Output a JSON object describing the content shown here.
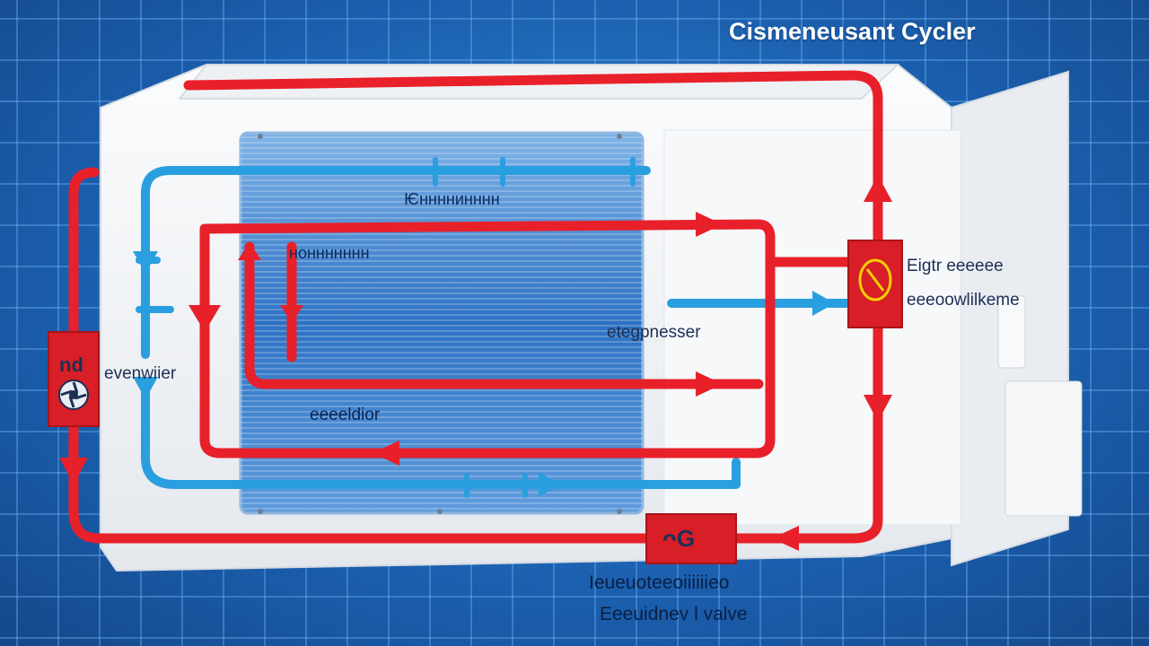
{
  "title": "Cismeneusant Cycler",
  "labels": {
    "coil_top": "Ѥннннинннн",
    "coil_mid": "ноннннннн",
    "evaporator_left": "evenwiier",
    "condenser": "eeeeldior",
    "compressor_center": "etegpnesser",
    "right_upper": "Eigtr eeeeee",
    "right_lower": "eeeoowlilkeme",
    "expansion_upper": "Ieueuoteeoiiiiiieo",
    "expansion_lower": "Eeeuidnev l valve",
    "expansion_box": "ᴖG",
    "left_box": "nd"
  },
  "colors": {
    "hot_line": "#e8202a",
    "cold_line": "#2a9fe0",
    "unit_body": "#f2f4f6",
    "coil": "#2e72c4",
    "background": "#1f6fc0"
  },
  "icons": {
    "compressor": "compressor-symbol-icon",
    "expansion_valve": "expansion-valve-icon",
    "left_component": "fan-icon"
  }
}
